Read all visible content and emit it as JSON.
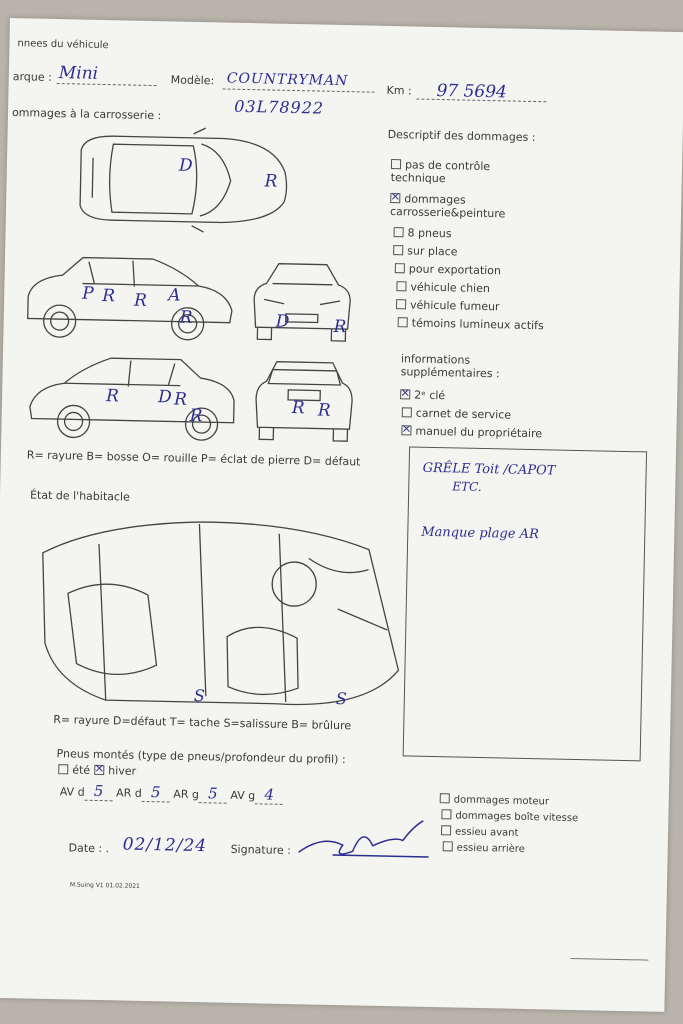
{
  "header": {
    "section_title": "nnees du véhicule",
    "marque_label": "arque :",
    "marque_value": "Mini",
    "modele_label": "Modèle:",
    "modele_value": "COUNTRYMAN",
    "plate_value": "03L78922",
    "km_label": "Km :",
    "km_value": "97 5694"
  },
  "body_damage": {
    "title": "ommages à la carrosserie :",
    "legend": "R= rayure B= bosse O= rouille P= éclat de pierre D= défaut",
    "marks": {
      "top": "D",
      "top_right": "R",
      "side_p": "P",
      "side_r1": "R",
      "side_r2": "R",
      "side_a": "A",
      "side_r3": "R",
      "front_d": "D",
      "front_r": "R",
      "rs_r1": "R",
      "rs_d": "D",
      "rs_r2": "R",
      "rs_r3": "R",
      "rear_r1": "R",
      "rear_r2": "R"
    }
  },
  "descriptif": {
    "title": "Descriptif des dommages :",
    "items": [
      {
        "label": "pas de contrôle",
        "label2": "technique",
        "checked": false
      },
      {
        "label": "dommages",
        "label2": "carrosserie&peinture",
        "checked": true
      },
      {
        "label": "8 pneus",
        "checked": false
      },
      {
        "label": "sur place",
        "checked": false
      },
      {
        "label": "pour exportation",
        "checked": false
      },
      {
        "label": "véhicule chien",
        "checked": false
      },
      {
        "label": "véhicule fumeur",
        "checked": false
      },
      {
        "label": "témoins lumineux actifs",
        "checked": false
      }
    ]
  },
  "infos": {
    "title": "informations",
    "title2": "supplémentaires :",
    "items": [
      {
        "label": "2ᵉ clé",
        "checked": true
      },
      {
        "label": "carnet de service",
        "checked": false
      },
      {
        "label": "manuel du propriétaire",
        "checked": true
      }
    ]
  },
  "notes": {
    "line1": "GRÊLE  Toit /CAPOT",
    "line2": "ETC.",
    "line3": "Manque plage AR"
  },
  "habitacle": {
    "title": "État de l'habitacle",
    "legend": "R= rayure D=défaut T= tache S=salissure B= brûlure",
    "marks": {
      "s1": "S",
      "s2": "S"
    }
  },
  "tires": {
    "title": "Pneus montés (type de pneus/profondeur du profil) :",
    "ete_label": "été",
    "hiver_label": "hiver",
    "avd_label": "AV d",
    "avd": "5",
    "ard_label": "AR d",
    "ard": "5",
    "arg_label": "AR g",
    "arg": "5",
    "avg_label": "AV g",
    "avg": "4"
  },
  "damage_extra": [
    {
      "label": "dommages moteur",
      "checked": false
    },
    {
      "label": "dommages boîte vitesse",
      "checked": false
    },
    {
      "label": "essieu avant",
      "checked": false
    },
    {
      "label": "essieu arrière",
      "checked": false
    }
  ],
  "footer": {
    "date_label": "Date : .",
    "date_value": "02/12/24",
    "signature_label": "Signature :",
    "version": "M.Suing V1 01.02.2021"
  }
}
